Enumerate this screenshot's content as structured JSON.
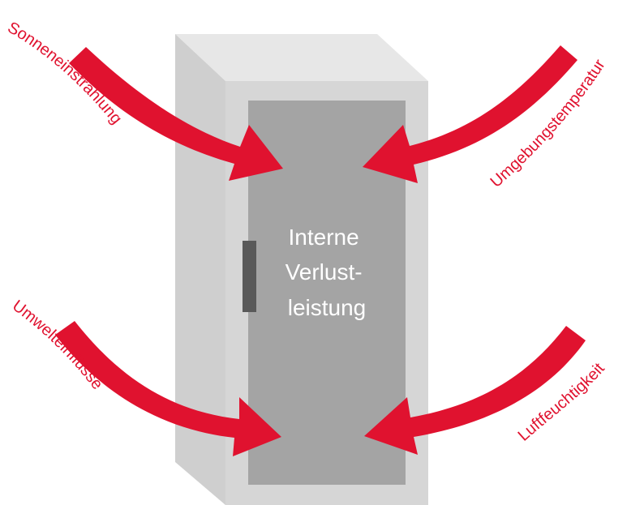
{
  "cabinet": {
    "center_label_lines": [
      "Interne",
      "Verlust-",
      "leistung"
    ]
  },
  "influences": [
    {
      "id": "top-left",
      "label": "Sonneneinstrahlung"
    },
    {
      "id": "top-right",
      "label": "Umgebungstemperatur"
    },
    {
      "id": "bottom-left",
      "label": "Umwelteinflüsse"
    },
    {
      "id": "bottom-right",
      "label": "Luftfeuchtigkeit"
    }
  ],
  "colors": {
    "arrow": "#e0122f",
    "cabinet_side": "#cfcfcf",
    "cabinet_top": "#e7e7e7",
    "cabinet_front_frame": "#d6d6d6",
    "cabinet_door": "#a4a4a4",
    "handle": "#595959",
    "center_text": "#ffffff"
  }
}
